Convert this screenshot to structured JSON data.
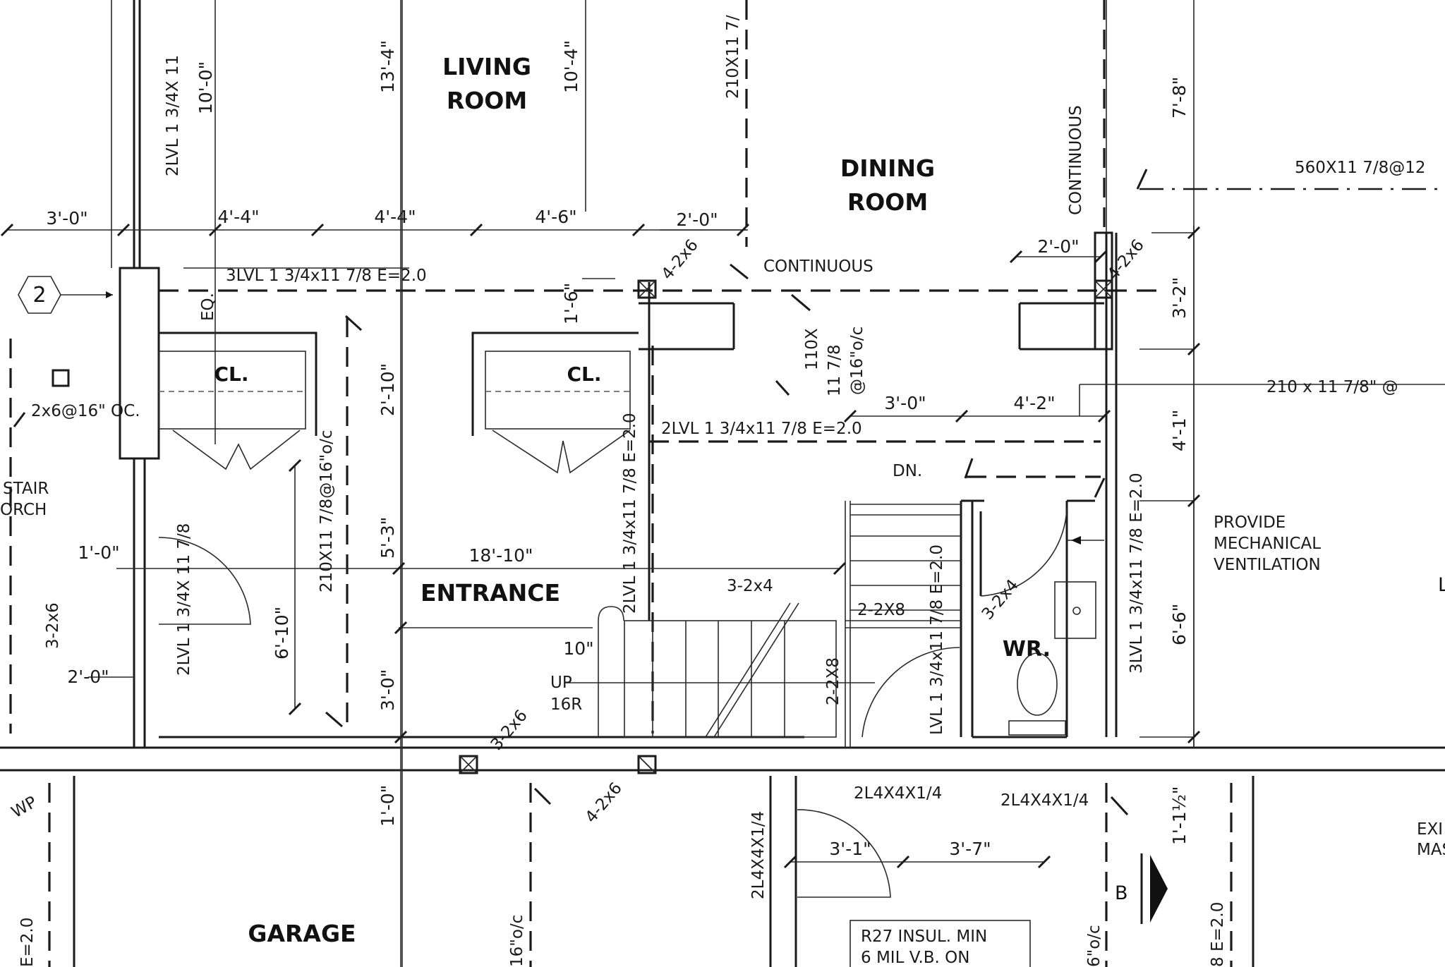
{
  "rooms": {
    "living_room": [
      "LIVING",
      "ROOM"
    ],
    "dining_room": [
      "DINING",
      "ROOM"
    ],
    "closet": "CL.",
    "entrance": "ENTRANCE",
    "washroom": "WR.",
    "garage": "GARAGE"
  },
  "dimensions": {
    "d_3_0": "3'-0\"",
    "d_4_4": "4'-4\"",
    "d_4_6": "4'-6\"",
    "d_2_0": "2'-0\"",
    "d_3_0_b": "3'-0\"",
    "d_4_2": "4'-2\"",
    "d_18_10": "18'-10\"",
    "d_1_0": "1'-0\"",
    "d_10": "10\"",
    "d_3_1": "3'-1\"",
    "d_3_7": "3'-7\"",
    "d_13_4": "13'-4\"",
    "d_10_4": "10'-4\"",
    "d_10_0": "10'-0\"",
    "d_7_8": "7'-8\"",
    "d_3_2": "3'-2\"",
    "d_4_1": "4'-1\"",
    "d_6_6": "6'-6\"",
    "d_1_6": "1'-6\"",
    "d_2_10": "2'-10\"",
    "d_5_3": "5'-3\"",
    "d_3_0_v": "3'-0\"",
    "d_6_10": "6'-10\"",
    "d_1_0_v": "1'-0\"",
    "d_1_1_2": "1'-1½\""
  },
  "beams": {
    "b_3lvl": "3LVL  1  3/4x11  7/8  E=2.0",
    "b_2lvl": "2LVL  1  3/4x11  7/8  E=2.0",
    "b_560": "560X11  7/8@12",
    "b_210": "210  x  11  7/8\"  @",
    "b_110": [
      "110X",
      "11  7/8",
      "@16\"o/c"
    ],
    "b_continuous": "CONTINUOUS",
    "b_2lvl_top": "2LVL  1  3/4X  11",
    "b_210x11_top": "210X11  7/",
    "b_2lvl_e20_v": "2LVL  1  3/4x11  7/8  E=2.0",
    "b_3lvl_right_v": "3LVL  1  3/4x11  7/8  E=2.0",
    "b_210x11_v": "210X11  7/8@16\"o/c",
    "b_2lvl_cl_v": "2LVL  1  3/4X  11  7/8",
    "b_lvl_v": "LVL  1  3/4x11  7/8  E=2.0",
    "b_2l4_left_v": "2L4X4X1/4",
    "b_e20_lowleft": "E=2.0",
    "b_e20_lowright": "8  E=2.0",
    "b_16oc_a": "16\"o/c",
    "b_16oc_b": "6\"o/c"
  },
  "members": {
    "m_2x6_16": "2x6@16\"  OC.",
    "m_4_2x6_a": "4-2x6",
    "m_4_2x6_b": "4-2x6",
    "m_4_2x6_c": "4-2x6",
    "m_3_2x4_a": "3-2x4",
    "m_3_2x4_b": "3-2x4",
    "m_2_2x8_a": "2-2X8",
    "m_2_2x8_b": "2-2X8",
    "m_3_2x6_a": "3-2x6",
    "m_3_2x6_b": "3-2x6",
    "m_2l4_a": "2L4X4X1/4",
    "m_2l4_b": "2L4X4X1/4"
  },
  "notes": {
    "dn": "DN.",
    "up": "UP",
    "risers": "16R",
    "provide": [
      "PROVIDE",
      "MECHANICAL",
      "VENTILATION"
    ],
    "eq": "EQ.",
    "stair": "STAIR",
    "porch": "ORCH",
    "wp": "WP",
    "insul": [
      "R27  INSUL.  MIN",
      "6  MIL  V.B.  ON"
    ],
    "exi": [
      "EXI",
      "MAS"
    ],
    "section_mark": "B",
    "grid_tag": "2",
    "edge_l": "L"
  }
}
